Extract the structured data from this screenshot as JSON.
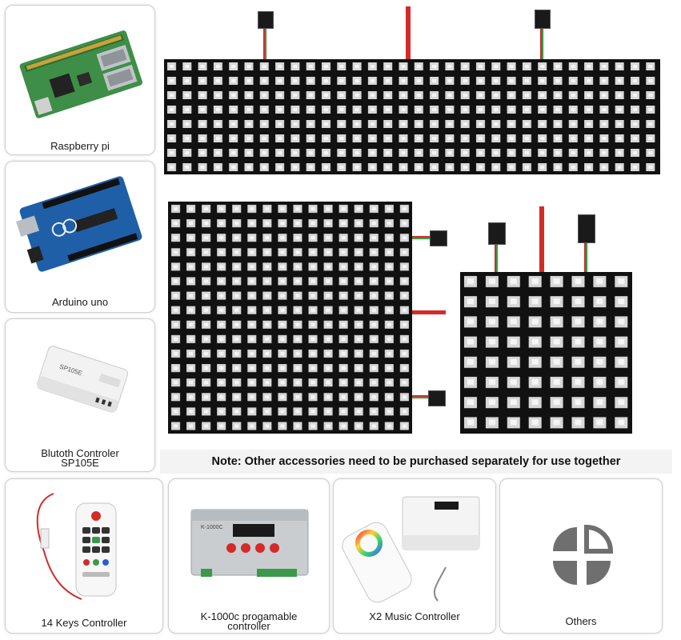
{
  "cards": {
    "raspberry": {
      "label": "Raspberry pi"
    },
    "arduino": {
      "label": "Arduino uno"
    },
    "bluetooth": {
      "label_line1": "Blutoth Controler",
      "label_line2": "SP105E"
    },
    "keys14": {
      "label": "14 Keys Controller"
    },
    "k1000c": {
      "label_line1": "K-1000c progamable",
      "label_line2": "controller"
    },
    "x2music": {
      "label": "X2 Music Controller"
    },
    "others": {
      "label": "Others"
    }
  },
  "note": "Note: Other accessories need to be purchased separately for use together",
  "device_text": {
    "k1000c_badge": "K-1000C",
    "bt_brand": "SP105E"
  },
  "colors": {
    "panel": "#111111",
    "led": "#d8d8d8",
    "wire_red": "#d42a2a",
    "pcb_green": "#3e8e47",
    "arduino_blue": "#1f5fa8",
    "others_icon": "#6f6f6f"
  }
}
